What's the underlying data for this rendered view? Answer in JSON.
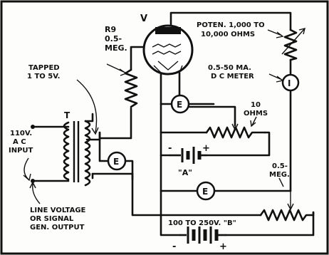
{
  "diagram": {
    "labels": {
      "tube": "V",
      "r9_line1": "R9",
      "r9_line2": "0.5-",
      "r9_line3": "MEG.",
      "poten_line1": "POTEN. 1,000 TO",
      "poten_line2": "10,000 OHMS",
      "meter_line1": "0.5-50 MA.",
      "meter_line2": "D C METER",
      "meter_symbol": "I",
      "tapped_line1": "TAPPED",
      "tapped_line2": "1 TO 5V.",
      "transformer": "T",
      "input_line1": "110V.",
      "input_line2": "A C",
      "input_line3": "INPUT",
      "e_symbol": "E",
      "ohms_line1": "10",
      "ohms_line2": "OHMS",
      "battery_a": "\"A\"",
      "meg_line1": "0.5-",
      "meg_line2": "MEG.",
      "line_line1": "LINE VOLTAGE",
      "line_line2": "OR SIGNAL",
      "line_line3": "GEN. OUTPUT",
      "battery_b": "100 TO 250V. \"B\"",
      "minus": "-",
      "plus": "+"
    }
  }
}
